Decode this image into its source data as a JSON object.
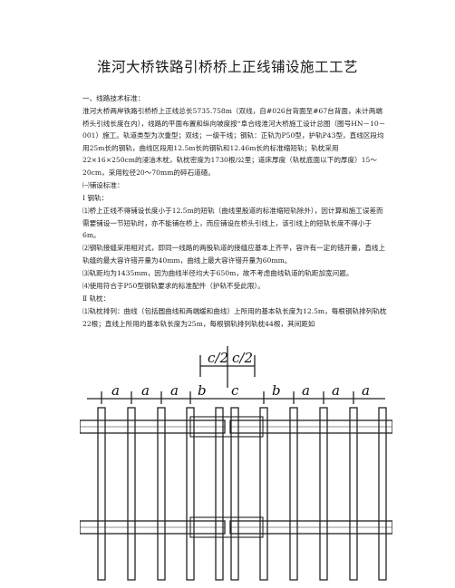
{
  "doc": {
    "title": "淮河大桥铁路引桥桥上正线铺设施工工艺",
    "paragraphs": [
      "一、线路技术标准：",
      "淮河大桥两岸铁路引桥桥上正线总长5735.758m（双线，自#026台背面至#67台背面，未计两端桥头引线长度在内），线路的平面布置和纵向坡度按“阜合线淮河大桥施工设计总图（图号HN－10－001）施工。轨道类型为次重型；双线；一级干线；钢轨：正轨为P50型，护轨P43型，直线区段均用25m长的钢轨，曲线区段用12.5m长的钢轨和12.46m长的标准缩短轨；轨枕采用22×16×250cm的浸油木枕，轨枕密度为1730根/公里；道床厚度（轨枕底面以下的厚度）15～20cm，采用粒径20～70mm的碎石道碴。",
      "㈠铺设标准：",
      "Ⅰ  钢轨：",
      "⑴桥上正线不得铺设长度小于12.5m的短轨（曲线里股道的标准缩短轨除外），因计算和施工误差而需要铺设一节短轨时，亦不能铺在桥上，而应铺设在桥头引线上，该引线上的短轨长度不得小于6m。",
      "⑵钢轨接缝采用相对式，即同一线路的两股轨道的接缝应基本上齐平，容许有一定的错开量，直线上轨缝的最大容许错开量为40mm，曲线上最大容许错开量为60mm。",
      "⑶轨距均为1435mm，因为曲线半径均大于650m，故不考虑曲线轨道的轨距加宽问题。",
      "⑷使用符合于P50型钢轨要求的标准配件（护轨不受此限）。",
      "Ⅱ  轨枕：",
      "⑴轨枕排列：曲线（包括圆曲线和两端缓和曲线）上所用的基本轨长度为12.5m，每根钢轨排列轨枕22根；直线上所用的基本轨长度为25m，每根钢轨排列轨枕44根，其间距如"
    ]
  },
  "figure": {
    "labels": {
      "a": "a",
      "b": "b",
      "c": "c",
      "half_c": "c/2"
    }
  }
}
